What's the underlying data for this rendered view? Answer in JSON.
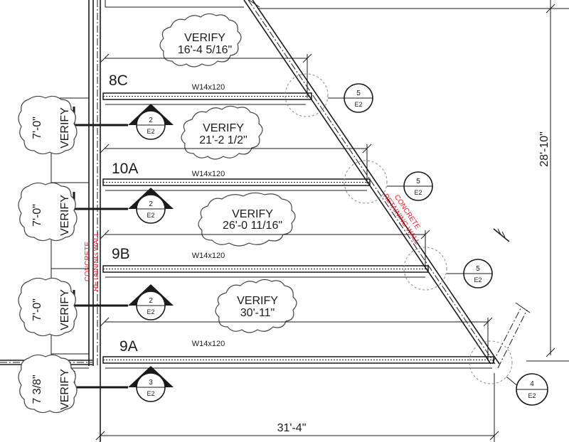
{
  "gridlines": [
    {
      "label": "8C",
      "beam": "W14x120",
      "verify_label": "VERIFY",
      "verify_dim": "16'-4 5/16\"",
      "section_num": "5",
      "section_ref": "E2"
    },
    {
      "label": "10A",
      "beam": "W14x120",
      "verify_label": "VERIFY",
      "verify_dim": "21'-2 1/2\"",
      "section_num": "5",
      "section_ref": "E2"
    },
    {
      "label": "9B",
      "beam": "W14x120",
      "verify_label": "VERIFY",
      "verify_dim": "26'-0 11/16\"",
      "section_num": "5",
      "section_ref": "E2"
    },
    {
      "label": "9A",
      "beam": "W14x120",
      "verify_label": "VERIFY",
      "verify_dim": "30'-11\"",
      "section_num": "4",
      "section_ref": "E2"
    }
  ],
  "left_spacings": [
    {
      "dim": "7'-0\"",
      "verify_label": "VERIFY"
    },
    {
      "dim": "7'-0\"",
      "verify_label": "VERIFY"
    },
    {
      "dim": "7'-0\"",
      "verify_label": "VERIFY"
    },
    {
      "dim": "7 3/8\"",
      "verify_label": "VERIFY"
    }
  ],
  "section_markers": [
    {
      "num": "2",
      "ref": "E2"
    },
    {
      "num": "2",
      "ref": "E2"
    },
    {
      "num": "2",
      "ref": "E2"
    },
    {
      "num": "3",
      "ref": "E2"
    }
  ],
  "walls": {
    "left_line1": "CONCRETE",
    "left_line2": "RETAINING WALL",
    "diag_line1": "CONCRETE",
    "diag_line2": "RETAINING WALL"
  },
  "dimensions": {
    "overall_height": "28'-10\"",
    "overall_width": "31'-4\""
  }
}
